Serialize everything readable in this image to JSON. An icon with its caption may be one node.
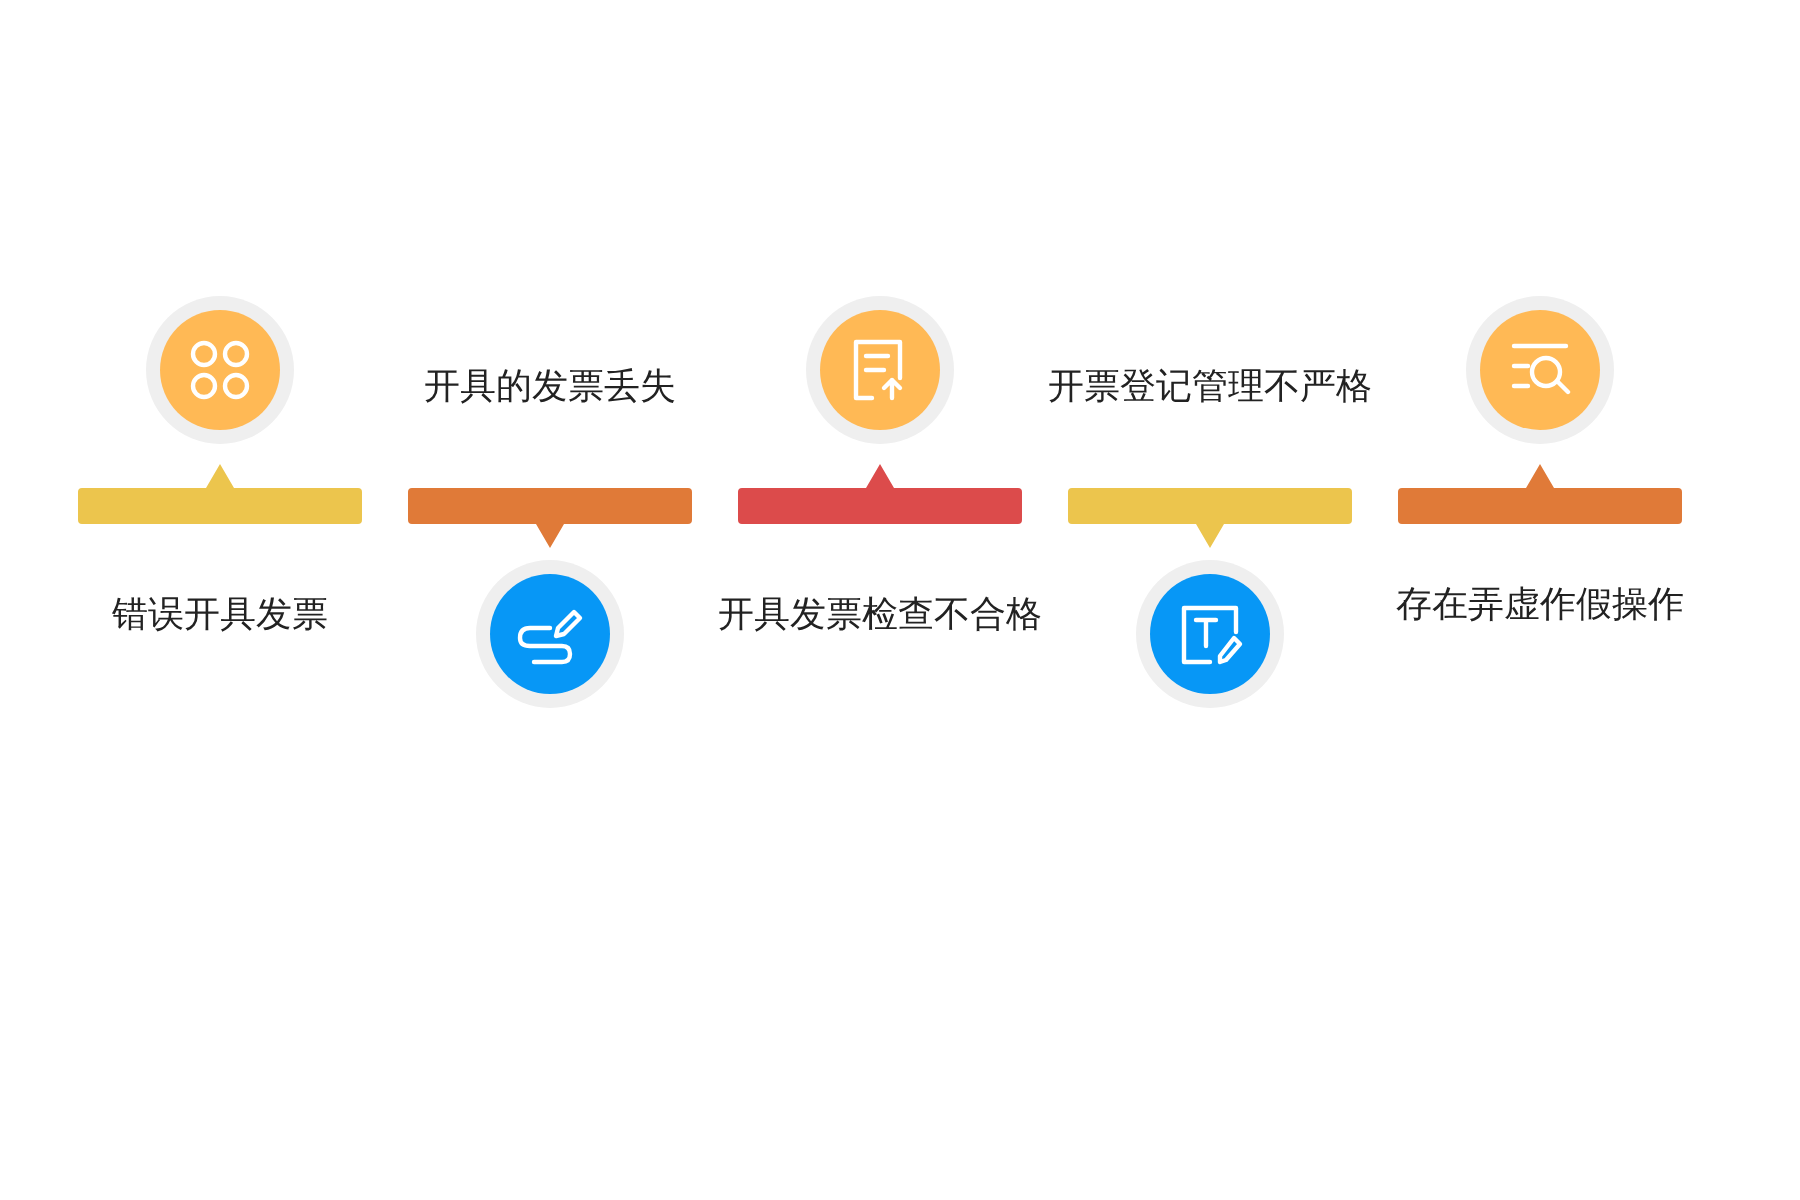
{
  "diagram": {
    "nodes": [
      {
        "text": [],
        "shape": "bar"
      },
      {
        "text": [],
        "shape": "bar"
      },
      {
        "text": [],
        "shape": "bar"
      },
      {
        "text": [],
        "shape": "bar"
      },
      {
        "text": [],
        "shape": "bar"
      }
    ],
    "labels": [
      "错误开具发票",
      "开具的发票丢失",
      "开具发票检查不合格",
      "开票登记管理不严格",
      "存在弄虚作假操作"
    ]
  }
}
